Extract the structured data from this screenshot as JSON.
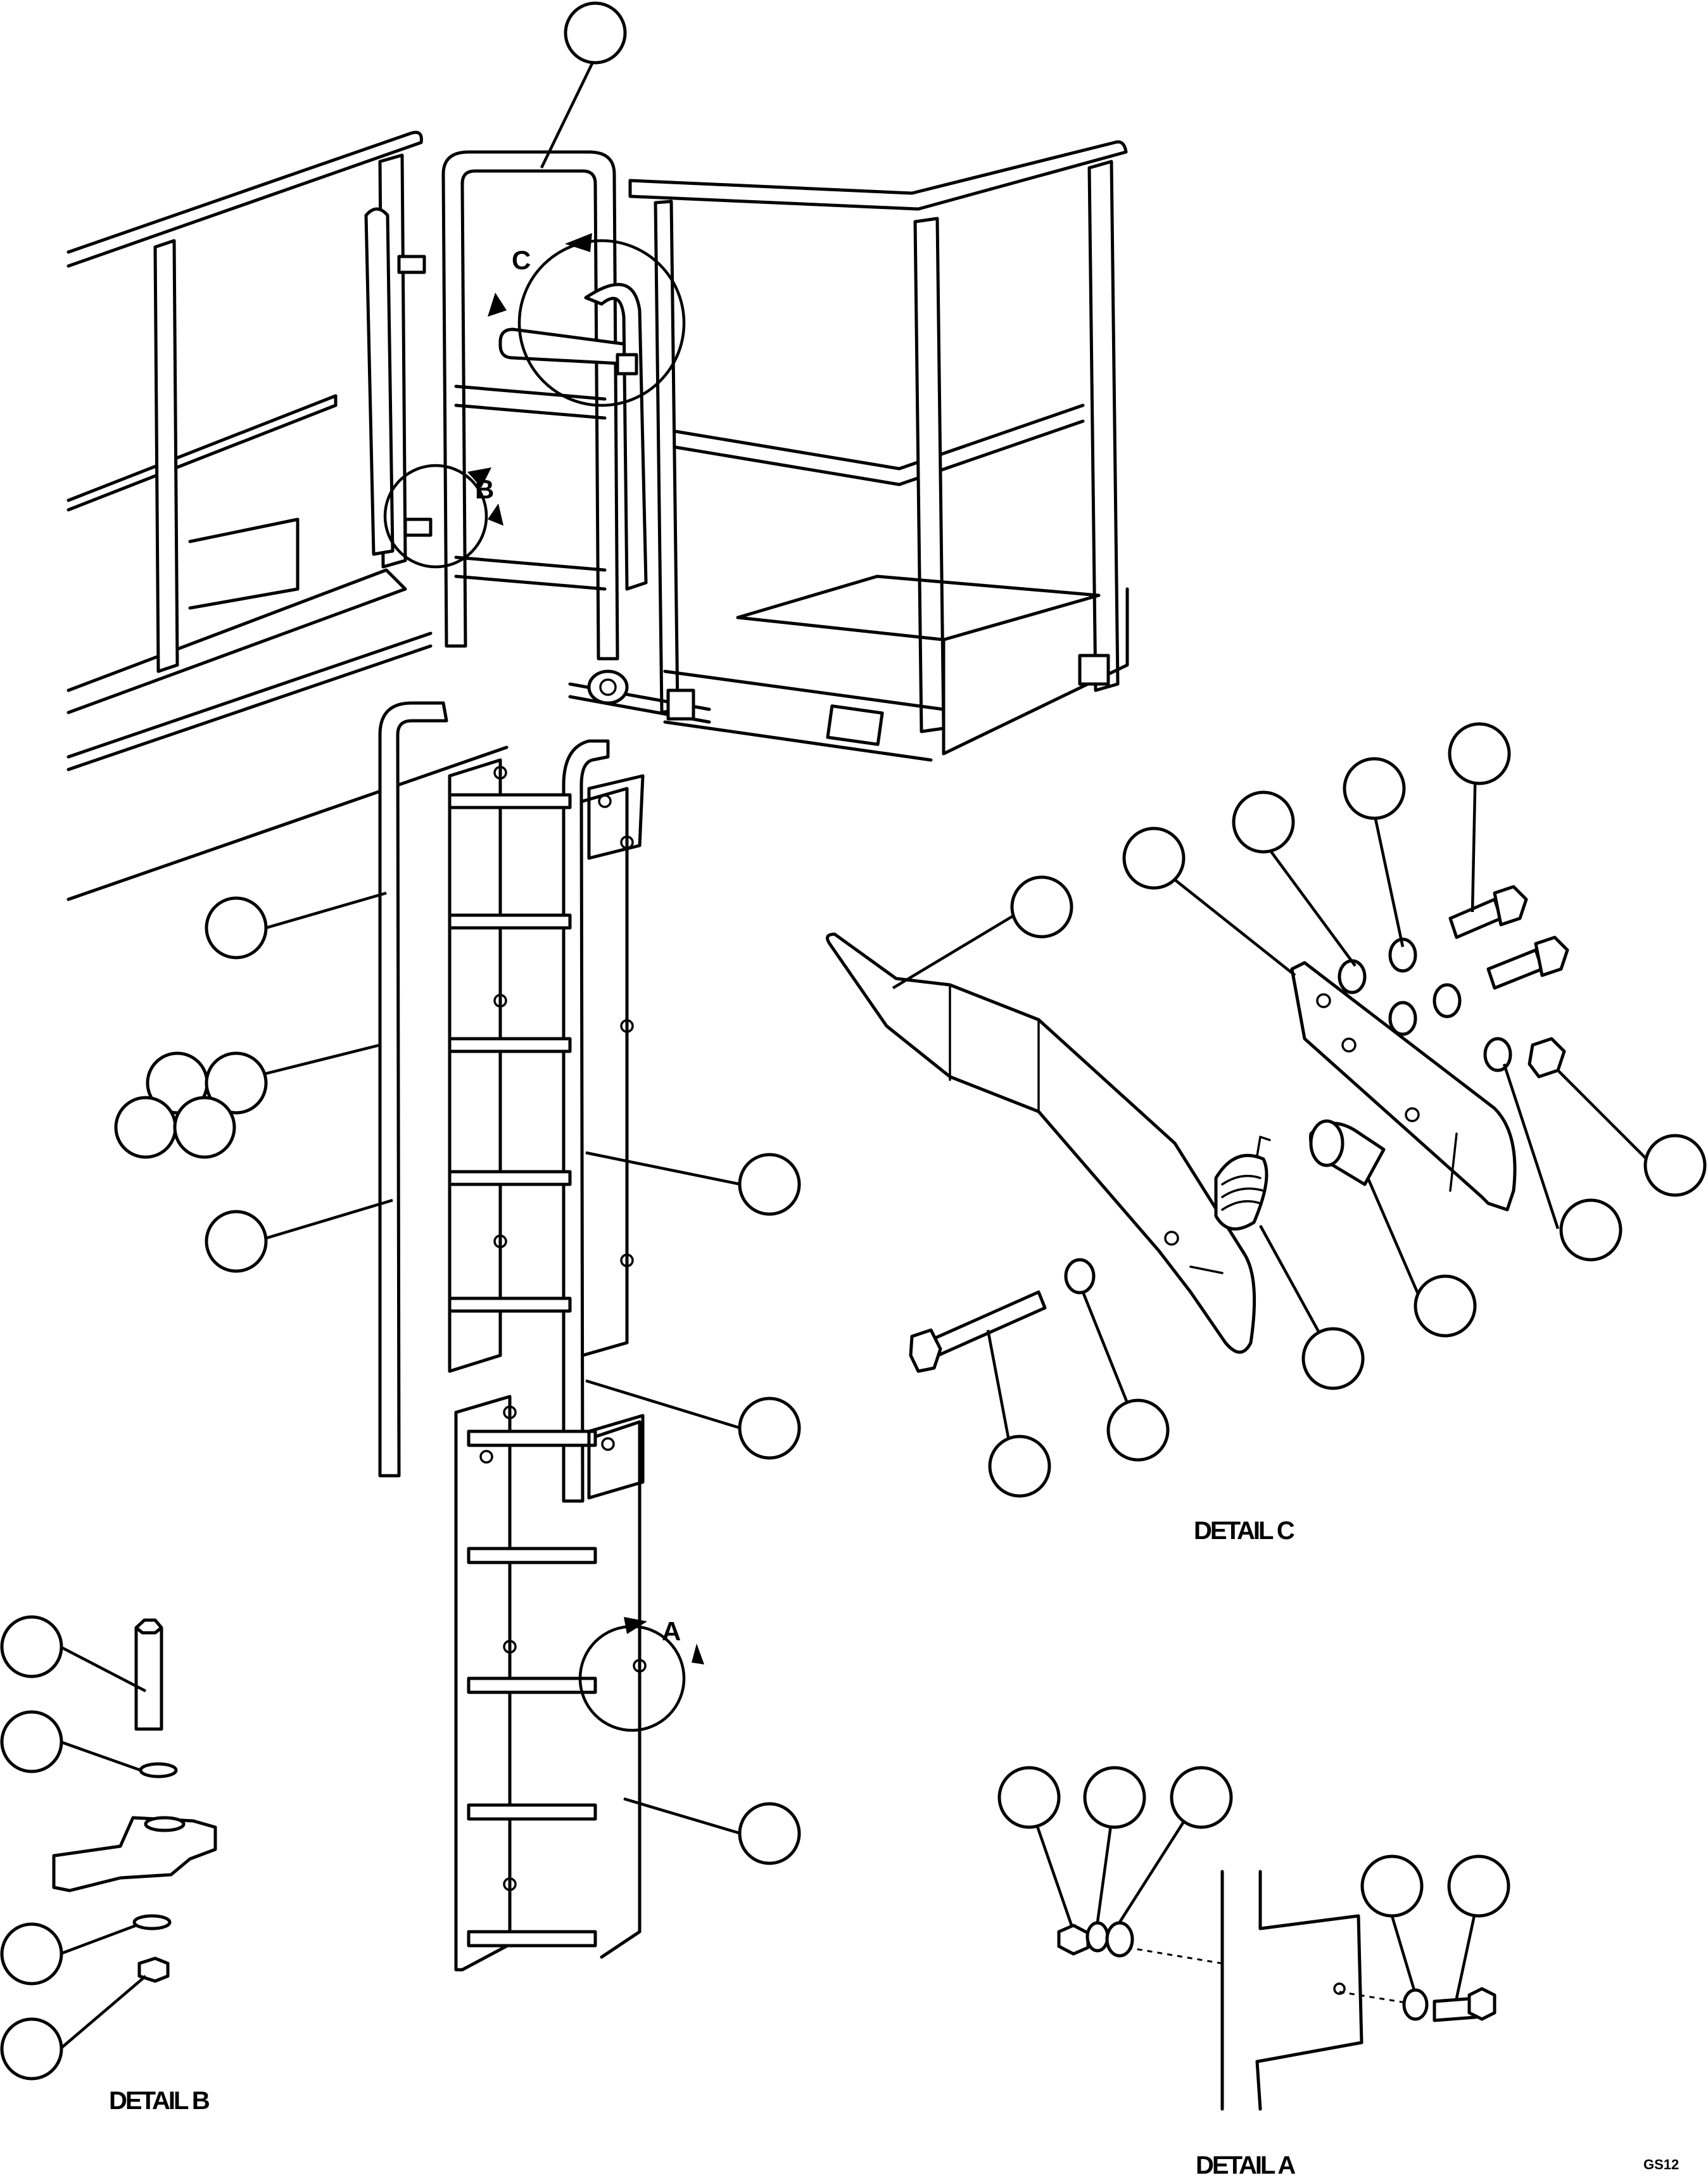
{
  "views": {
    "arrow_c": "C",
    "arrow_b": "B",
    "arrow_a": "A"
  },
  "details": {
    "detail_c": "DETAIL C",
    "detail_b": "DETAIL B",
    "detail_a": "DETAIL A"
  },
  "drawing_code": "GS12"
}
